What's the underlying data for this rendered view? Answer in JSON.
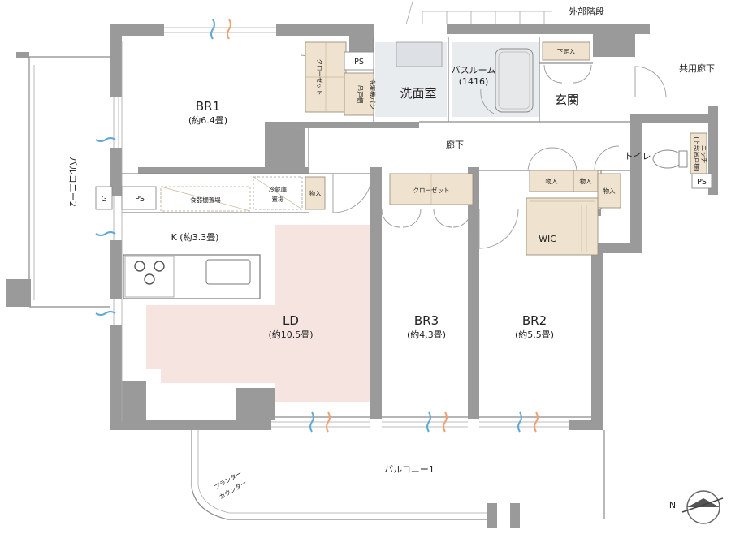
{
  "rooms": {
    "br1": {
      "name": "BR1",
      "size": "(約6.4畳)"
    },
    "br2": {
      "name": "BR2",
      "size": "(約5.5畳)"
    },
    "br3": {
      "name": "BR3",
      "size": "(約4.3畳)"
    },
    "ld": {
      "name": "LD",
      "size": "(約10.5畳)"
    },
    "k": {
      "name": "K (約3.3畳)"
    },
    "washroom": {
      "name": "洗面室"
    },
    "bathroom": {
      "name": "バスルーム",
      "size": "(1416)"
    },
    "entrance": {
      "name": "玄関"
    },
    "hallway": {
      "name": "廊下"
    },
    "toilet": {
      "name": "トイレ"
    },
    "wic": {
      "name": "WIC"
    }
  },
  "storage": {
    "closet_br1": "クローゼット",
    "closet_br3": "クローゼット",
    "washer": [
      "洗濯機パン",
      "吊戸棚"
    ],
    "shoe": "下足入",
    "monoire": [
      "物入",
      "物入",
      "物入",
      "物入"
    ],
    "dish": "食器棚置場",
    "fridge": [
      "冷蔵庫",
      "置場"
    ],
    "niche": [
      "ニッチ",
      "(上部吊戸棚)"
    ]
  },
  "shafts": {
    "ps1": "PS",
    "ps2": "PS",
    "ps3": "PS",
    "g": "G"
  },
  "outside": {
    "ext_stairs": "外部階段",
    "common_corridor": "共用廊下",
    "balcony1": "バルコニー1",
    "balcony2": "バルコニー2",
    "planter": [
      "プランター",
      "カウンター"
    ]
  },
  "compass": {
    "letter": "N"
  }
}
